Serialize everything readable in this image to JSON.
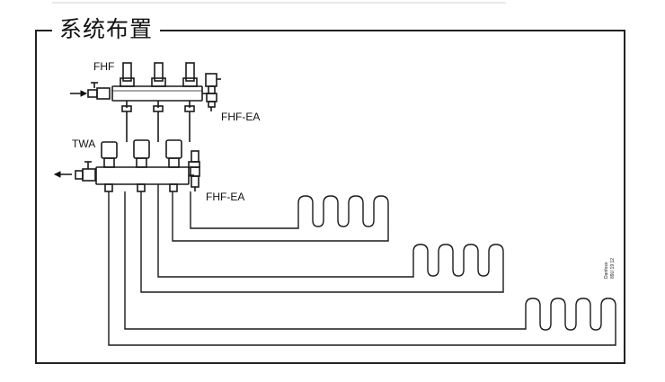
{
  "title": "系统布置",
  "labels": {
    "fhf": "FHF",
    "fhf_ea_top": "FHF-EA",
    "twa": "TWA",
    "fhf_ea_bottom": "FHF-EA"
  },
  "watermark": [
    "Danfoss",
    "89U 19 12"
  ],
  "colors": {
    "line": "#1a1a1a",
    "frame": "#222222",
    "topline": "#e8e8e8"
  }
}
